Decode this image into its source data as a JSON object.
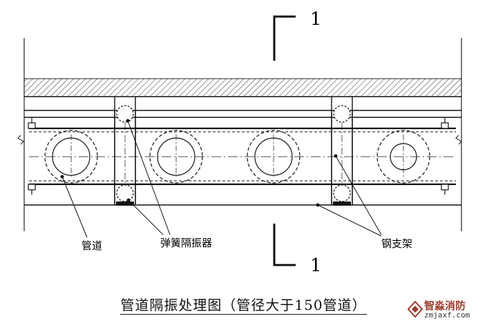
{
  "section_marks": {
    "top": "1",
    "bottom": "1"
  },
  "labels": {
    "pipe": "管道",
    "spring_isolator": "弹簧隔振器",
    "steel_support": "钢支架"
  },
  "caption": "管道隔振处理图（管径大于150管道）",
  "logo": {
    "name": "智淼消防",
    "url": "zmjaxf.com",
    "accent_color": "#9a3b2c"
  }
}
